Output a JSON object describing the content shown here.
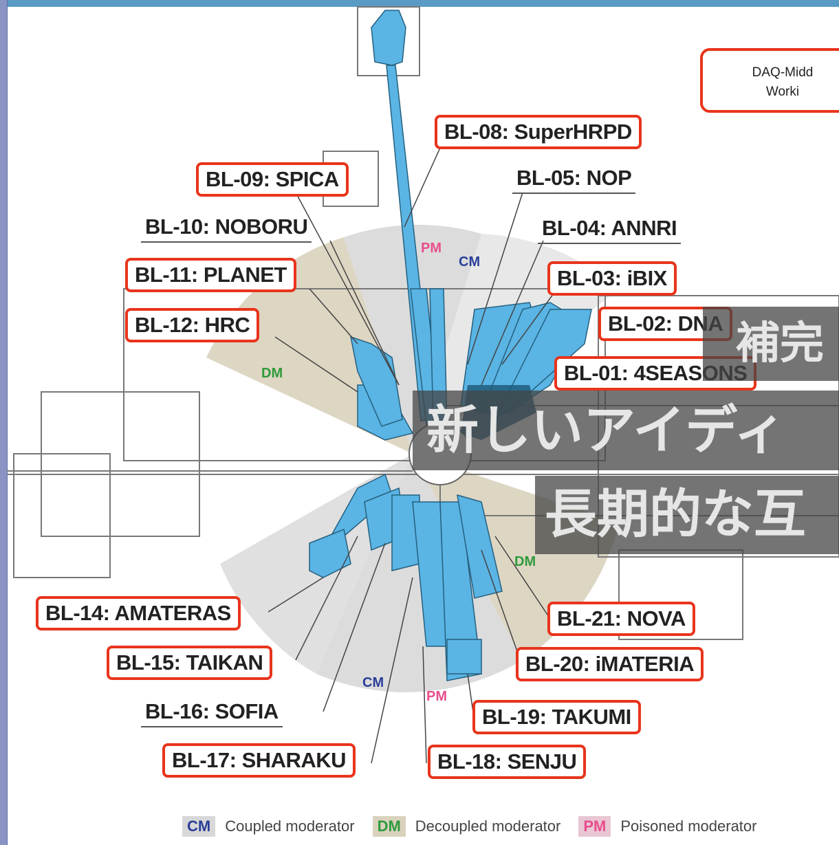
{
  "beamlines": {
    "bl08": "BL-08: SuperHRPD",
    "bl09": "BL-09: SPICA",
    "bl05": "BL-05: NOP",
    "bl10": "BL-10: NOBORU",
    "bl04": "BL-04: ANNRI",
    "bl11": "BL-11: PLANET",
    "bl03": "BL-03: iBIX",
    "bl12": "BL-12: HRC",
    "bl02": "BL-02: DNA",
    "bl01": "BL-01: 4SEASONS",
    "bl14": "BL-14: AMATERAS",
    "bl21": "BL-21: NOVA",
    "bl15": "BL-15: TAIKAN",
    "bl20": "BL-20: iMATERIA",
    "bl16": "BL-16: SOFIA",
    "bl19": "BL-19: TAKUMI",
    "bl17": "BL-17: SHARAKU",
    "bl18": "BL-18: SENJU"
  },
  "moderator_labels": {
    "pm_top": "PM",
    "cm_top": "CM",
    "dm_left": "DM",
    "dm_right": "DM",
    "cm_bottom": "CM",
    "pm_bottom": "PM"
  },
  "note": {
    "line1": "DAQ-Midd",
    "line2": "Worki"
  },
  "overlay": {
    "line1": "補完",
    "line2": "新しいアイディ",
    "line3": "長期的な互"
  },
  "legend": {
    "cm_key": "CM",
    "cm_text": "Coupled moderator",
    "dm_key": "DM",
    "dm_text": "Decoupled moderator",
    "pm_key": "PM",
    "pm_text": "Poisoned moderator"
  },
  "colors": {
    "frame_top": "#5a9bc6",
    "frame_left": "#8a94c4",
    "highlight_border": "#e8341c",
    "beamline_fill": "#5ab4e4",
    "beamline_dark": "#1f5d7c",
    "coupled_sector": "#d8d8d8",
    "decoupled_sector": "#d9d2bd",
    "cm_label": "#2a3f99",
    "dm_label": "#2f9a3c",
    "pm_label": "#e94d8c"
  }
}
